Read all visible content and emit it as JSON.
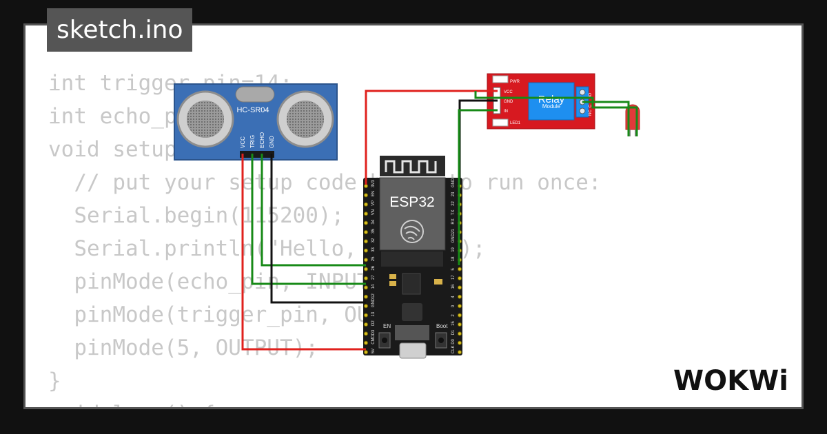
{
  "file_tab": {
    "label": "sketch.ino"
  },
  "code": {
    "lines": [
      "int trigger_pin=14;",
      "int echo_pin=12;",
      "void setup() {",
      "  // put your setup code here, to run once:",
      "  Serial.begin(115200);",
      "  Serial.println(\"Hello, ESP32!\");",
      "  pinMode(echo_pin, INPUT);",
      "  pinMode(trigger_pin, OUTPUT);",
      "  pinMode(5, OUTPUT);",
      "}",
      "void loop() {"
    ]
  },
  "sensor": {
    "model": "HC-SR04",
    "pins": [
      "VCC",
      "TRIG",
      "ECHO",
      "GND"
    ]
  },
  "relay": {
    "title": "Relay",
    "subtitle": "Module",
    "left_labels": [
      "PWR",
      "VCC",
      "GND",
      "IN",
      "LED1"
    ],
    "right_labels": [
      "NC",
      "C",
      "NO"
    ]
  },
  "board": {
    "name": "ESP32",
    "left_pins": [
      "3V3",
      "EN",
      "VP",
      "VN",
      "34",
      "35",
      "32",
      "33",
      "25",
      "26",
      "27",
      "14",
      "12",
      "GND",
      "13",
      "D2",
      "D3",
      "CMD",
      "5V"
    ],
    "right_pins": [
      "GND",
      "23",
      "22",
      "TX",
      "RX",
      "21",
      "GND",
      "19",
      "18",
      "5",
      "17",
      "16",
      "4",
      "0",
      "2",
      "15",
      "D1",
      "D0",
      "CLK"
    ],
    "en_button": "EN",
    "boot_button": "Boot"
  },
  "colors": {
    "background": "#111111",
    "panel": "#ffffff",
    "tab": "#555555",
    "code_text": "#c8c8c8",
    "wire_red": "#e0211d",
    "wire_green": "#178a17",
    "wire_black": "#111111",
    "sensor_blue": "#3b6fb5",
    "relay_red": "#d71920",
    "relay_blue": "#1e8ff0",
    "board_black": "#1a1a1a",
    "led_red": "#e23a3a"
  },
  "branding": {
    "logo": "WOKWi"
  }
}
